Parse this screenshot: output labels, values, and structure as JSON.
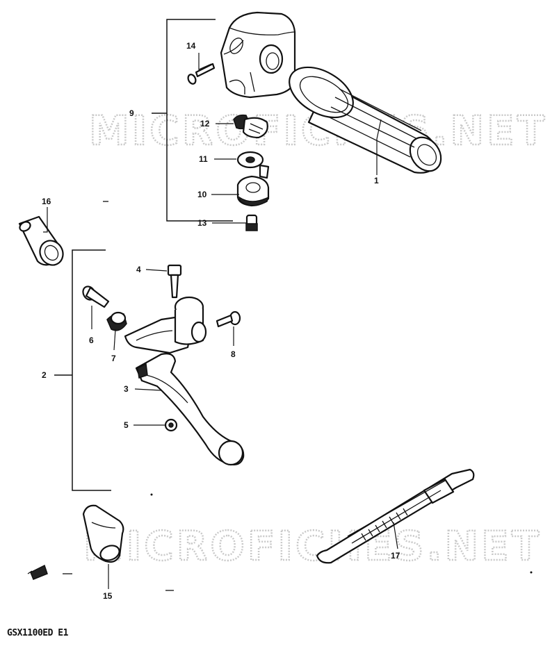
{
  "watermark": "MICROFICHES.NET",
  "model_code": "GSX1100ED E1",
  "callouts": [
    {
      "id": "p1",
      "label": "1"
    },
    {
      "id": "p2",
      "label": "2"
    },
    {
      "id": "p3",
      "label": "3"
    },
    {
      "id": "p4",
      "label": "4"
    },
    {
      "id": "p5",
      "label": "5"
    },
    {
      "id": "p6",
      "label": "6"
    },
    {
      "id": "p7",
      "label": "7"
    },
    {
      "id": "p8",
      "label": "8"
    },
    {
      "id": "p9",
      "label": "9"
    },
    {
      "id": "p10",
      "label": "10"
    },
    {
      "id": "p11",
      "label": "11"
    },
    {
      "id": "p12",
      "label": "12"
    },
    {
      "id": "p13",
      "label": "13"
    },
    {
      "id": "p14",
      "label": "14"
    },
    {
      "id": "p15",
      "label": "15"
    },
    {
      "id": "p16",
      "label": "16"
    },
    {
      "id": "p17",
      "label": "17"
    }
  ]
}
